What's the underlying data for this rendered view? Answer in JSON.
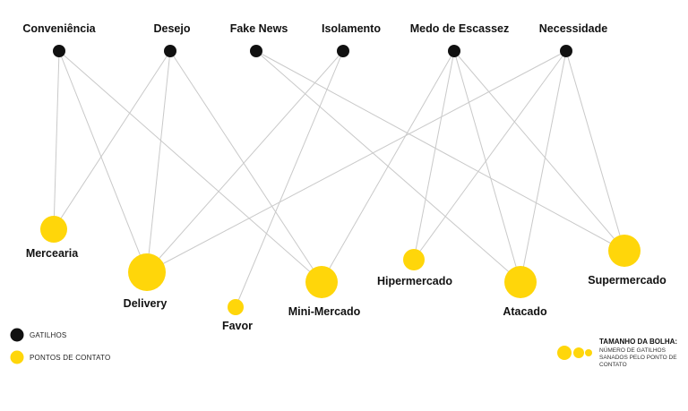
{
  "colors": {
    "trigger": "#111111",
    "contact": "#FFD60A",
    "edge": "#c9c9c9",
    "text": "#111111"
  },
  "triggers": [
    {
      "id": "conveniencia",
      "label": "Conveniência"
    },
    {
      "id": "desejo",
      "label": "Desejo"
    },
    {
      "id": "fake-news",
      "label": "Fake News"
    },
    {
      "id": "isolamento",
      "label": "Isolamento"
    },
    {
      "id": "medo",
      "label": "Medo de Escassez"
    },
    {
      "id": "necessidade",
      "label": "Necessidade"
    }
  ],
  "contacts": [
    {
      "id": "mercearia",
      "label": "Mercearia"
    },
    {
      "id": "delivery",
      "label": "Delivery"
    },
    {
      "id": "favor",
      "label": "Favor"
    },
    {
      "id": "mini-mercado",
      "label": "Mini-Mercado"
    },
    {
      "id": "hipermercado",
      "label": "Hipermercado"
    },
    {
      "id": "atacado",
      "label": "Atacado"
    },
    {
      "id": "supermercado",
      "label": "Supermercado"
    }
  ],
  "edges": [
    [
      "conveniencia",
      "mercearia"
    ],
    [
      "conveniencia",
      "delivery"
    ],
    [
      "conveniencia",
      "mini-mercado"
    ],
    [
      "desejo",
      "mercearia"
    ],
    [
      "desejo",
      "delivery"
    ],
    [
      "desejo",
      "mini-mercado"
    ],
    [
      "fake-news",
      "atacado"
    ],
    [
      "fake-news",
      "supermercado"
    ],
    [
      "isolamento",
      "delivery"
    ],
    [
      "isolamento",
      "favor"
    ],
    [
      "medo",
      "mini-mercado"
    ],
    [
      "medo",
      "hipermercado"
    ],
    [
      "medo",
      "atacado"
    ],
    [
      "medo",
      "supermercado"
    ],
    [
      "necessidade",
      "delivery"
    ],
    [
      "necessidade",
      "hipermercado"
    ],
    [
      "necessidade",
      "atacado"
    ],
    [
      "necessidade",
      "supermercado"
    ]
  ],
  "legend": {
    "triggers_label": "GATILHOS",
    "contacts_label": "PONTOS DE CONTATO",
    "size_title": "TAMANHO DA BOLHA:",
    "size_desc_lines": [
      "NÚMERO DE GATILHOS",
      "SANADOS PELO PONTO DE",
      "CONTATO"
    ]
  }
}
